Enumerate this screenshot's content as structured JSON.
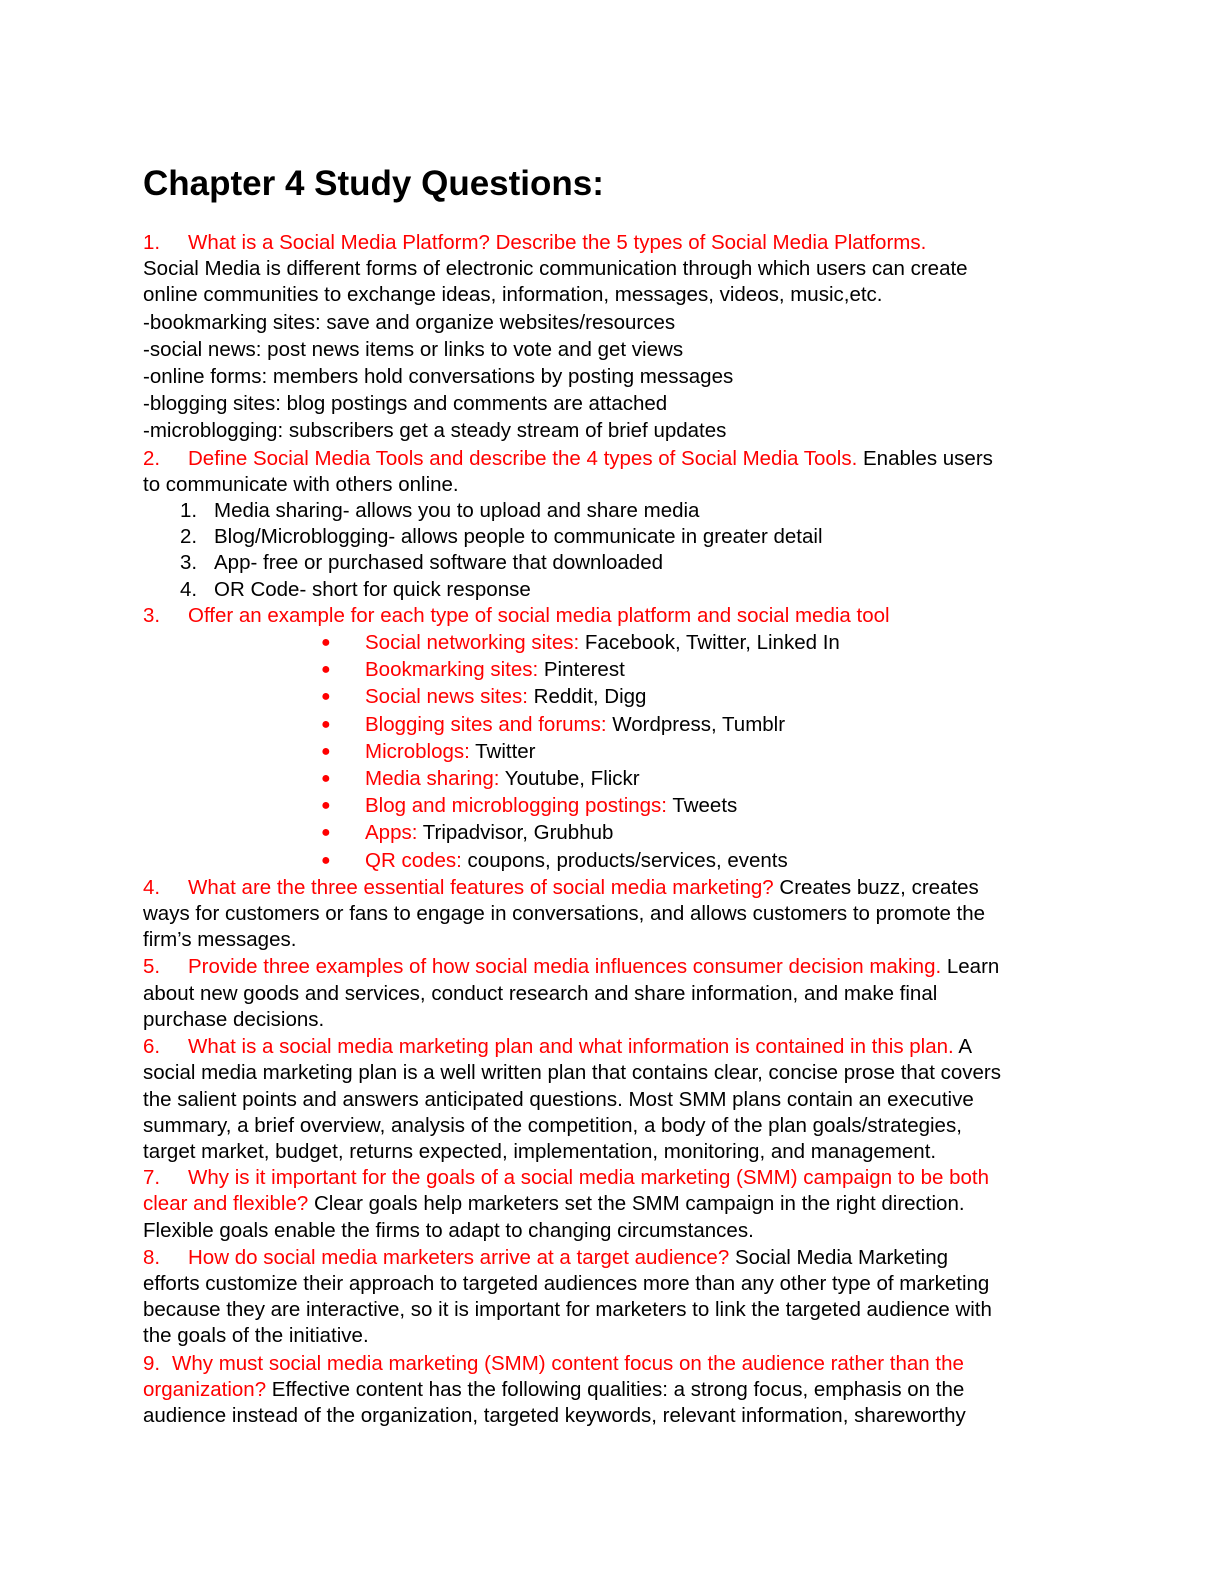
{
  "title": "Chapter 4 Study Questions:",
  "q1": {
    "num": "1.",
    "question": "What is a Social Media Platform? Describe the 5 types of Social Media Platforms.",
    "answer_lines": [
      "Social Media is different forms of electronic communication through which users can create",
      "online communities to exchange ideas, information, messages, videos, music,etc."
    ],
    "types": [
      "-bookmarking sites: save and organize websites/resources",
      "-social news: post news items or links to vote and get views",
      "-online forms: members hold conversations by posting messages",
      "-blogging sites: blog postings and comments are attached",
      "-microblogging: subscribers get a steady stream of brief updates"
    ]
  },
  "q2": {
    "num": "2.",
    "question": "Define Social Media Tools and describe the 4 types of Social Media Tools.",
    "answer_inline": " Enables users",
    "answer_cont": "to communicate with others online.",
    "tools": [
      {
        "n": "1.",
        "text": "Media sharing- allows you to upload and share media"
      },
      {
        "n": "2.",
        "text": "Blog/Microblogging- allows people to communicate in greater detail"
      },
      {
        "n": "3.",
        "text": "App- free or purchased software that downloaded"
      },
      {
        "n": "4.",
        "text": "OR Code- short for quick response"
      }
    ]
  },
  "q3": {
    "num": "3.",
    "question": "Offer an example for each type of social media platform and social media tool",
    "examples": [
      {
        "label": "Social networking sites:",
        "value": " Facebook, Twitter, Linked In"
      },
      {
        "label": "Bookmarking sites:",
        "value": " Pinterest"
      },
      {
        "label": "Social news sites:",
        "value": " Reddit, Digg"
      },
      {
        "label": "Blogging sites and forums:",
        "value": " Wordpress, Tumblr"
      },
      {
        "label": "Microblogs:",
        "value": " Twitter"
      },
      {
        "label": "Media sharing:",
        "value": " Youtube, Flickr"
      },
      {
        "label": "Blog and microblogging postings:",
        "value": " Tweets"
      },
      {
        "label": "Apps:",
        "value": " Tripadvisor, Grubhub"
      },
      {
        "label": "QR codes:",
        "value": " coupons, products/services, events"
      }
    ],
    "bullet": "●"
  },
  "q4": {
    "num": "4.",
    "question": "What are the three essential features of social media marketing?",
    "answer_inline": " Creates buzz, creates",
    "answer_lines": [
      "ways for customers or fans to engage in conversations, and allows customers to promote the",
      "firm’s messages."
    ]
  },
  "q5": {
    "num": "5.",
    "question": "Provide three examples of how social media influences consumer decision making.",
    "answer_inline": " Learn",
    "answer_lines": [
      "about new goods and services, conduct research and share information, and make final",
      "purchase decisions."
    ]
  },
  "q6": {
    "num": "6.",
    "question": "What is a social media marketing plan and what information is contained in this plan.",
    "answer_inline": " A",
    "answer_lines": [
      "social media marketing plan is a well written plan that contains clear, concise prose that covers",
      "the salient points and answers anticipated questions. Most SMM plans contain an executive",
      "summary, a brief overview, analysis of the competition, a body of the plan goals/strategies,",
      "target market, budget, returns expected, implementation, monitoring, and management."
    ]
  },
  "q7": {
    "num": "7.",
    "question_line1": "Why is it important for the goals of a social media marketing (SMM) campaign to be both",
    "question_line2": "clear and flexible?",
    "answer_inline": " Clear goals help marketers set the SMM campaign in the right direction.",
    "answer_lines": [
      "Flexible goals enable the firms to adapt to changing circumstances."
    ]
  },
  "q8": {
    "num": "8.",
    "question": "How do social media marketers arrive at a target audience?",
    "answer_inline": " Social Media Marketing",
    "answer_lines": [
      "efforts customize their approach to targeted audiences more than any other type of marketing",
      "because they are interactive, so it is important for marketers to link the targeted audience with",
      "the goals of the initiative."
    ]
  },
  "q9": {
    "num": "9.",
    "question_line1": "Why must social media marketing (SMM) content focus on the audience rather than the",
    "question_line2": "organization?",
    "answer_inline": " Effective content has the following qualities: a strong focus, emphasis on the",
    "answer_lines": [
      "audience instead of the organization, targeted keywords, relevant information, shareworthy"
    ]
  }
}
